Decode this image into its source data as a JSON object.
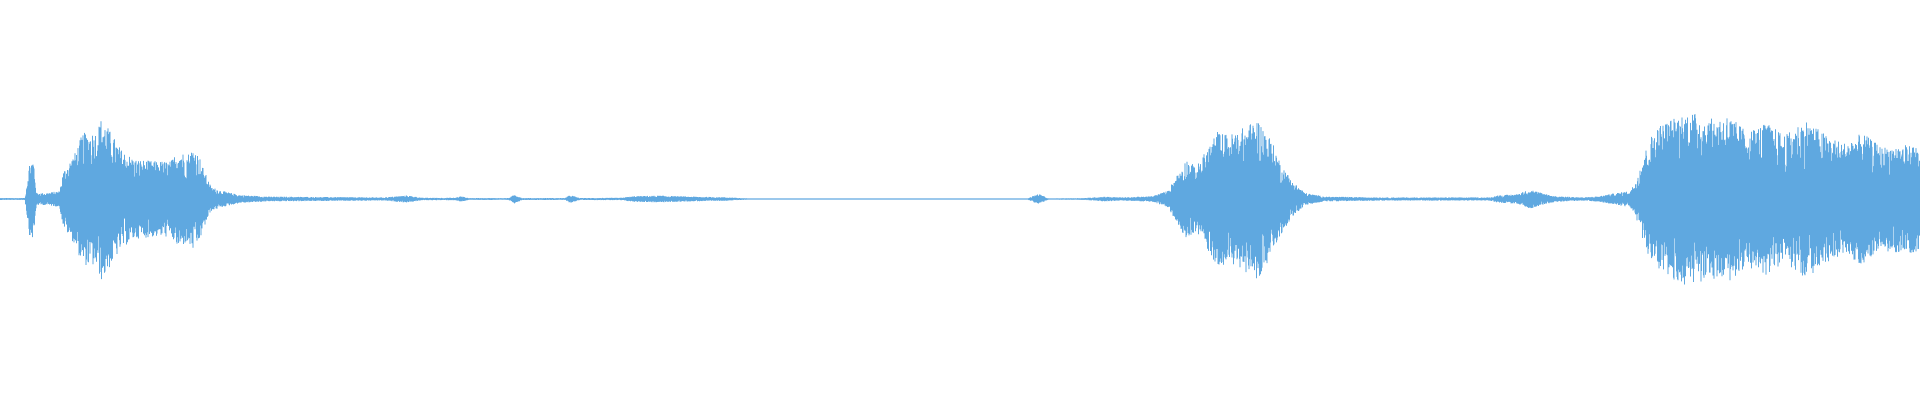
{
  "waveform": {
    "color": "#5fa8e0",
    "background": "#ffffff",
    "envelope": [
      [
        0.0,
        0.005
      ],
      [
        0.013,
        0.005
      ],
      [
        0.0155,
        0.19
      ],
      [
        0.0175,
        0.2
      ],
      [
        0.019,
        0.03
      ],
      [
        0.024,
        0.03
      ],
      [
        0.031,
        0.04
      ],
      [
        0.033,
        0.14
      ],
      [
        0.039,
        0.23
      ],
      [
        0.043,
        0.33
      ],
      [
        0.05,
        0.34
      ],
      [
        0.053,
        0.41
      ],
      [
        0.058,
        0.33
      ],
      [
        0.063,
        0.25
      ],
      [
        0.07,
        0.2
      ],
      [
        0.08,
        0.19
      ],
      [
        0.089,
        0.19
      ],
      [
        0.093,
        0.25
      ],
      [
        0.097,
        0.22
      ],
      [
        0.101,
        0.26
      ],
      [
        0.104,
        0.21
      ],
      [
        0.106,
        0.15
      ],
      [
        0.11,
        0.06
      ],
      [
        0.116,
        0.04
      ],
      [
        0.125,
        0.02
      ],
      [
        0.14,
        0.012
      ],
      [
        0.17,
        0.01
      ],
      [
        0.2,
        0.008
      ],
      [
        0.212,
        0.018
      ],
      [
        0.22,
        0.006
      ],
      [
        0.237,
        0.006
      ],
      [
        0.24,
        0.014
      ],
      [
        0.244,
        0.005
      ],
      [
        0.265,
        0.005
      ],
      [
        0.268,
        0.022
      ],
      [
        0.272,
        0.005
      ],
      [
        0.294,
        0.005
      ],
      [
        0.297,
        0.02
      ],
      [
        0.302,
        0.005
      ],
      [
        0.323,
        0.006
      ],
      [
        0.33,
        0.014
      ],
      [
        0.343,
        0.017
      ],
      [
        0.36,
        0.012
      ],
      [
        0.378,
        0.009
      ],
      [
        0.39,
        0.003
      ],
      [
        0.535,
        0.003
      ],
      [
        0.541,
        0.026
      ],
      [
        0.546,
        0.003
      ],
      [
        0.565,
        0.005
      ],
      [
        0.575,
        0.012
      ],
      [
        0.585,
        0.008
      ],
      [
        0.6,
        0.014
      ],
      [
        0.608,
        0.04
      ],
      [
        0.613,
        0.12
      ],
      [
        0.618,
        0.2
      ],
      [
        0.623,
        0.16
      ],
      [
        0.628,
        0.24
      ],
      [
        0.634,
        0.34
      ],
      [
        0.64,
        0.32
      ],
      [
        0.648,
        0.36
      ],
      [
        0.655,
        0.4
      ],
      [
        0.662,
        0.3
      ],
      [
        0.667,
        0.18
      ],
      [
        0.673,
        0.09
      ],
      [
        0.68,
        0.03
      ],
      [
        0.69,
        0.012
      ],
      [
        0.72,
        0.008
      ],
      [
        0.776,
        0.008
      ],
      [
        0.78,
        0.018
      ],
      [
        0.79,
        0.024
      ],
      [
        0.797,
        0.048
      ],
      [
        0.803,
        0.03
      ],
      [
        0.81,
        0.014
      ],
      [
        0.825,
        0.008
      ],
      [
        0.833,
        0.014
      ],
      [
        0.838,
        0.024
      ],
      [
        0.843,
        0.032
      ],
      [
        0.849,
        0.04
      ],
      [
        0.852,
        0.09
      ],
      [
        0.856,
        0.22
      ],
      [
        0.862,
        0.36
      ],
      [
        0.87,
        0.4
      ],
      [
        0.88,
        0.44
      ],
      [
        0.89,
        0.4
      ],
      [
        0.9,
        0.42
      ],
      [
        0.91,
        0.34
      ],
      [
        0.92,
        0.38
      ],
      [
        0.93,
        0.32
      ],
      [
        0.94,
        0.4
      ],
      [
        0.95,
        0.33
      ],
      [
        0.96,
        0.28
      ],
      [
        0.97,
        0.33
      ],
      [
        0.98,
        0.26
      ],
      [
        0.99,
        0.27
      ],
      [
        1.0,
        0.27
      ]
    ]
  }
}
